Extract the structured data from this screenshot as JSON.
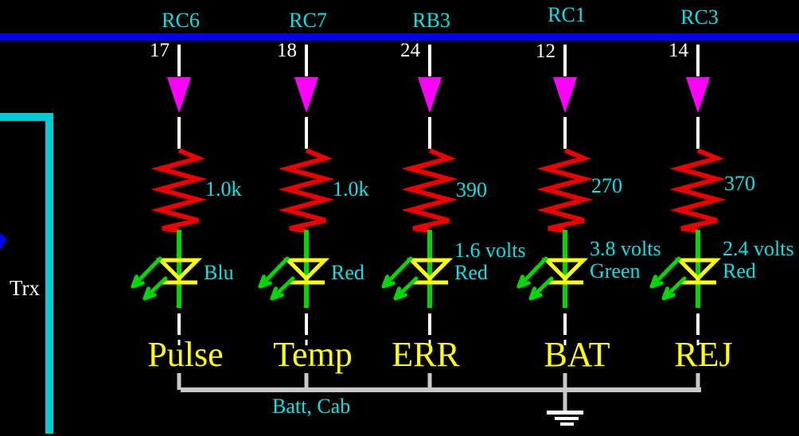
{
  "colors": {
    "bus-blue": "#0000ee",
    "trace-cyan": "#00ced4",
    "wire-white": "#ffffff",
    "arrow-magenta": "#ff00ff",
    "resistor-red": "#ee0000",
    "wire-green": "#00d800",
    "led-yellow": "#ffff00",
    "label-cyan": "#00e5e5",
    "signal-yellow": "#ffff00",
    "ground-bus-gray": "#c9c9c9"
  },
  "left_rail": {
    "label": "Trx"
  },
  "bottom": {
    "net_label": "Batt, Cab"
  },
  "columns": [
    {
      "pin_name": "RC6",
      "pin_number": "17",
      "resistor_value": "1.0k",
      "led_voltage": "",
      "led_color": "Blu",
      "signal_name": "Pulse"
    },
    {
      "pin_name": "RC7",
      "pin_number": "18",
      "resistor_value": "1.0k",
      "led_voltage": "",
      "led_color": "Red",
      "signal_name": "Temp"
    },
    {
      "pin_name": "RB3",
      "pin_number": "24",
      "resistor_value": "390",
      "led_voltage": "1.6 volts",
      "led_color": "Red",
      "signal_name": "ERR"
    },
    {
      "pin_name": "RC1",
      "pin_number": "12",
      "resistor_value": "270",
      "led_voltage": "3.8 volts",
      "led_color": "Green",
      "signal_name": "BAT"
    },
    {
      "pin_name": "RC3",
      "pin_number": "14",
      "resistor_value": "370",
      "led_voltage": "2.4 volts",
      "led_color": "Red",
      "signal_name": "REJ"
    }
  ]
}
